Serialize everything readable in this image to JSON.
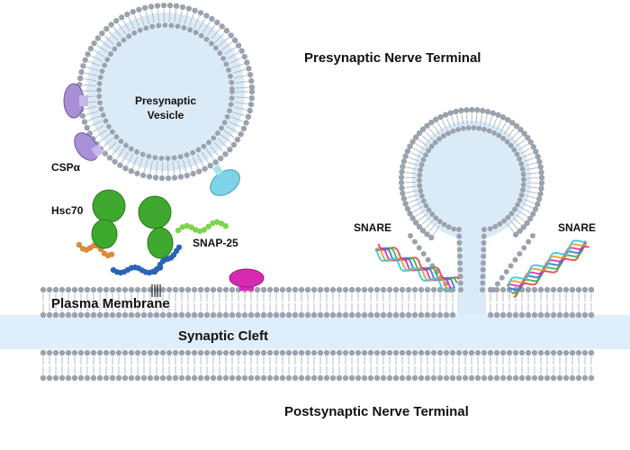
{
  "labels": {
    "presynaptic_terminal": "Presynaptic Nerve Terminal",
    "vesicle_line1": "Presynaptic",
    "vesicle_line2": "Vesicle",
    "cspa": "CSPα",
    "hsc70": "Hsc70",
    "snap25": "SNAP-25",
    "snare_left": "SNARE",
    "snare_right": "SNARE",
    "plasma_membrane": "Plasma Membrane",
    "synaptic_cleft": "Synaptic Cleft",
    "postsynaptic_terminal": "Postsynaptic Nerve Terminal"
  },
  "colors": {
    "membrane_head": "#9aa3ad",
    "membrane_tail": "#b4bcc5",
    "vesicle_fill": "#dbeaf7",
    "cleft_fill": "#dfeefb",
    "cspa": "#a88fd6",
    "hsc70": "#3fa82e",
    "snap25": "#7ed34f",
    "palmitoyl": "#2b63b8",
    "cyan_protein": "#7fd3e6",
    "magenta_protein": "#d62bb0",
    "orange_chain": "#d98a3c"
  },
  "icons": {
    "helix_colors": [
      "#e04848",
      "#36b649",
      "#3a7bd5",
      "#d92fb5",
      "#f09a2b",
      "#3ac7d9"
    ]
  }
}
